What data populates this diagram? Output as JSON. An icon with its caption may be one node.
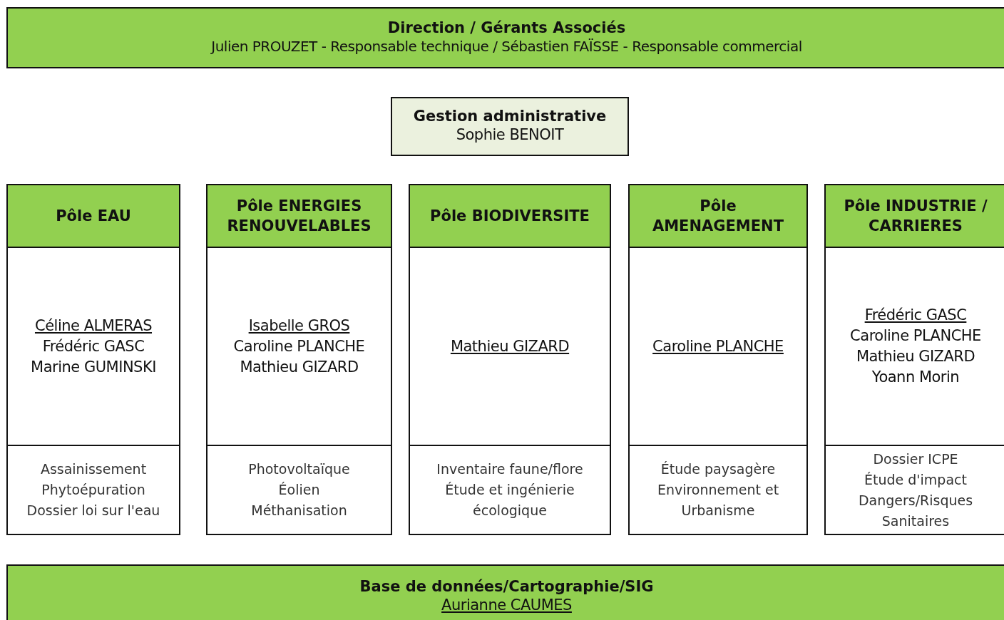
{
  "diagram": {
    "nodes": [
      {
        "text": [
          "Direction / Gérants Associés",
          "Julien PROUZET - Responsable technique / Sébastien FAÏSSE - Responsable commercial"
        ]
      },
      {
        "text": [
          "Gestion administrative",
          "Sophie BENOIT"
        ]
      },
      {
        "text": [
          "Pôle EAU"
        ]
      },
      {
        "text": [
          "Céline ALMERAS",
          "Frédéric GASC",
          "Marine GUMINSKI"
        ]
      },
      {
        "text": [
          "Assainissement",
          "Phytoépuration",
          "Dossier loi sur l'eau"
        ]
      },
      {
        "text": [
          "Pôle ENERGIES RENOUVELABLES"
        ]
      },
      {
        "text": [
          "Isabelle GROS",
          "Caroline PLANCHE",
          "Mathieu GIZARD"
        ]
      },
      {
        "text": [
          "Photovoltaïque",
          "Éolien",
          "Méthanisation"
        ]
      },
      {
        "text": [
          "Pôle BIODIVERSITE"
        ]
      },
      {
        "text": [
          "Mathieu GIZARD"
        ]
      },
      {
        "text": [
          "Inventaire faune/flore",
          "Étude et ingénierie écologique"
        ]
      },
      {
        "text": [
          "Pôle AMENAGEMENT"
        ]
      },
      {
        "text": [
          "Caroline PLANCHE"
        ]
      },
      {
        "text": [
          "Étude paysagère",
          "Environnement et Urbanisme"
        ]
      },
      {
        "text": [
          "Pôle INDUSTRIE / CARRIERES"
        ]
      },
      {
        "text": [
          "Frédéric GASC",
          "Caroline PLANCHE",
          "Mathieu GIZARD",
          "Yoann Morin"
        ]
      },
      {
        "text": [
          "Dossier ICPE",
          "Étude d'impact",
          "Dangers/Risques Sanitaires"
        ]
      },
      {
        "text": [
          "Base de données/Cartographie/SIG",
          "Aurianne CAUMES"
        ]
      }
    ],
    "edges": []
  }
}
